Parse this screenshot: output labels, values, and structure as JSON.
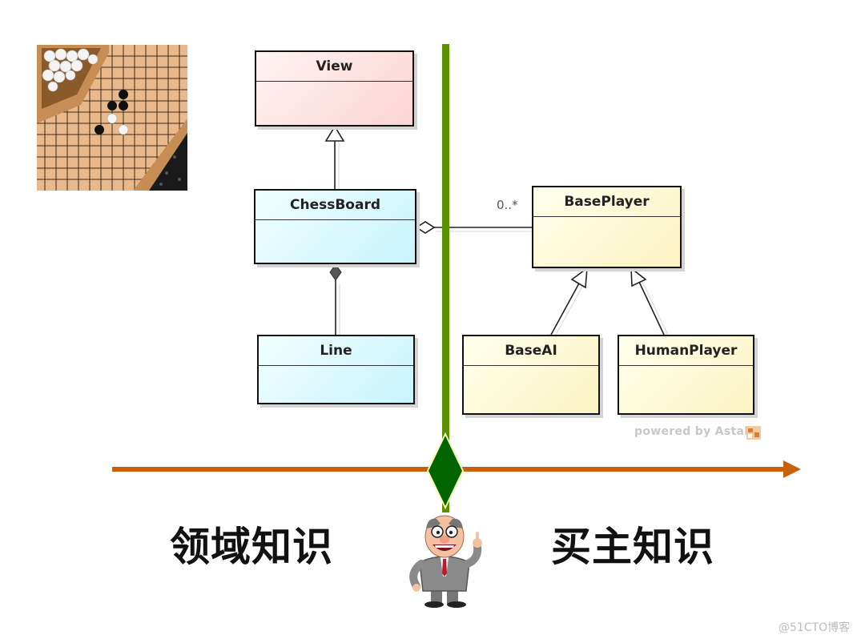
{
  "uml": {
    "classes": {
      "view": "View",
      "chessboard": "ChessBoard",
      "line": "Line",
      "baseplayer": "BasePlayer",
      "baseai": "BaseAI",
      "humanplayer": "HumanPlayer"
    },
    "multiplicity": "0..*",
    "watermark": "powered by Astah"
  },
  "labels": {
    "left": "领域知识",
    "right": "买主知识"
  },
  "credit": "@51CTO博客",
  "colors": {
    "axis": "#c8600e",
    "divider": "#5a9000",
    "diamond": "#006400",
    "pink_class": "#fbd4d4",
    "cyan_class": "#c7f4fb",
    "yellow_class": "#fbf3c2"
  },
  "icons": [
    "go-board-photo",
    "astah-logo",
    "cartoon-businessman"
  ]
}
